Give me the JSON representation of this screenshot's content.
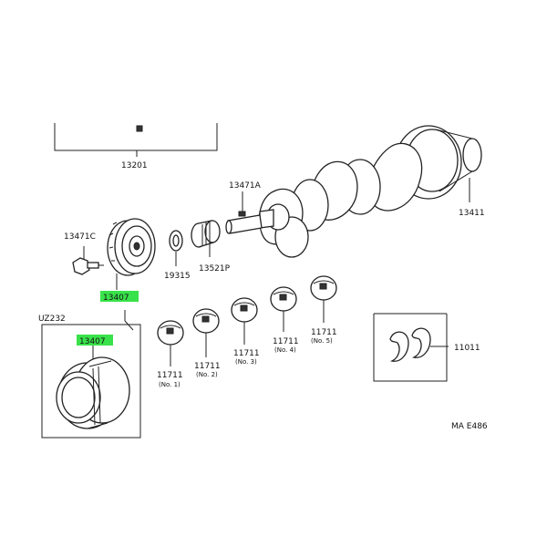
{
  "colors": {
    "highlight": "#39e24a",
    "ink": "#222222"
  },
  "labels": {
    "p13201": "13201",
    "p13471a": "13471A",
    "p13411": "13411",
    "p13471c": "13471C",
    "p19315": "19315",
    "p13521p": "13521P",
    "p13407": "13407",
    "p13407_inset": "13407",
    "inset_title": "UZ232",
    "p11011": "11011",
    "ref": "MA E486"
  },
  "bearings": [
    {
      "part": "11711",
      "pos": "(No. 1)"
    },
    {
      "part": "11711",
      "pos": "(No. 2)"
    },
    {
      "part": "11711",
      "pos": "(No. 3)"
    },
    {
      "part": "11711",
      "pos": "(No. 4)"
    },
    {
      "part": "11711",
      "pos": "(No. 5)"
    }
  ]
}
